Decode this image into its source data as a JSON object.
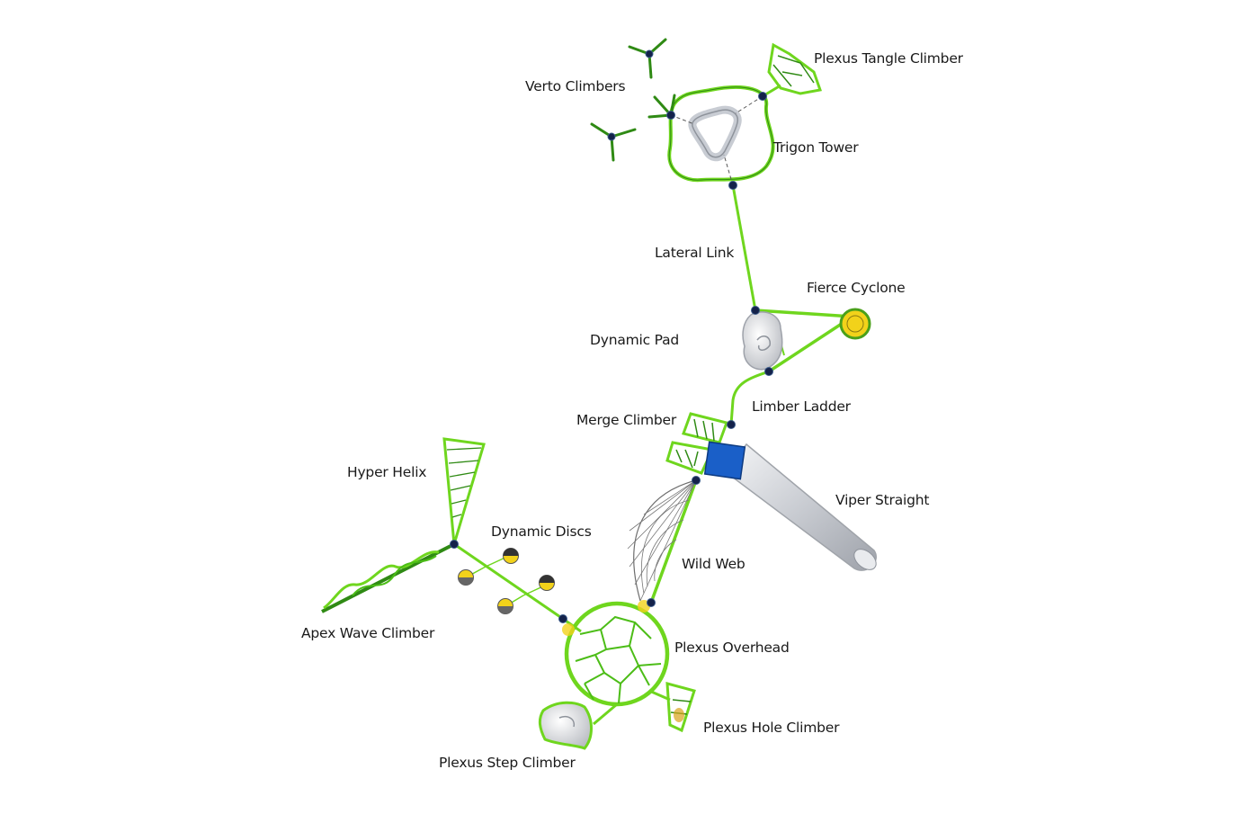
{
  "labels": {
    "plexus_tangle_climber": "Plexus Tangle Climber",
    "verto_climbers": "Verto Climbers",
    "trigon_tower": "Trigon Tower",
    "lateral_link": "Lateral Link",
    "fierce_cyclone": "Fierce Cyclone",
    "dynamic_pad": "Dynamic Pad",
    "limber_ladder": "Limber Ladder",
    "merge_climber": "Merge Climber",
    "viper_straight": "Viper Straight",
    "hyper_helix": "Hyper Helix",
    "dynamic_discs": "Dynamic Discs",
    "wild_web": "Wild Web",
    "apex_wave_climber": "Apex Wave Climber",
    "plexus_overhead": "Plexus Overhead",
    "plexus_hole_climber": "Plexus Hole Climber",
    "plexus_step_climber": "Plexus Step Climber"
  },
  "colors": {
    "frame_green": "#6fd61e",
    "dark_green": "#2f8a14",
    "node_navy": "#14224a",
    "slide_blue": "#1a5fc8",
    "disc_yellow": "#f2d21a",
    "silver": "#d6d9df"
  }
}
